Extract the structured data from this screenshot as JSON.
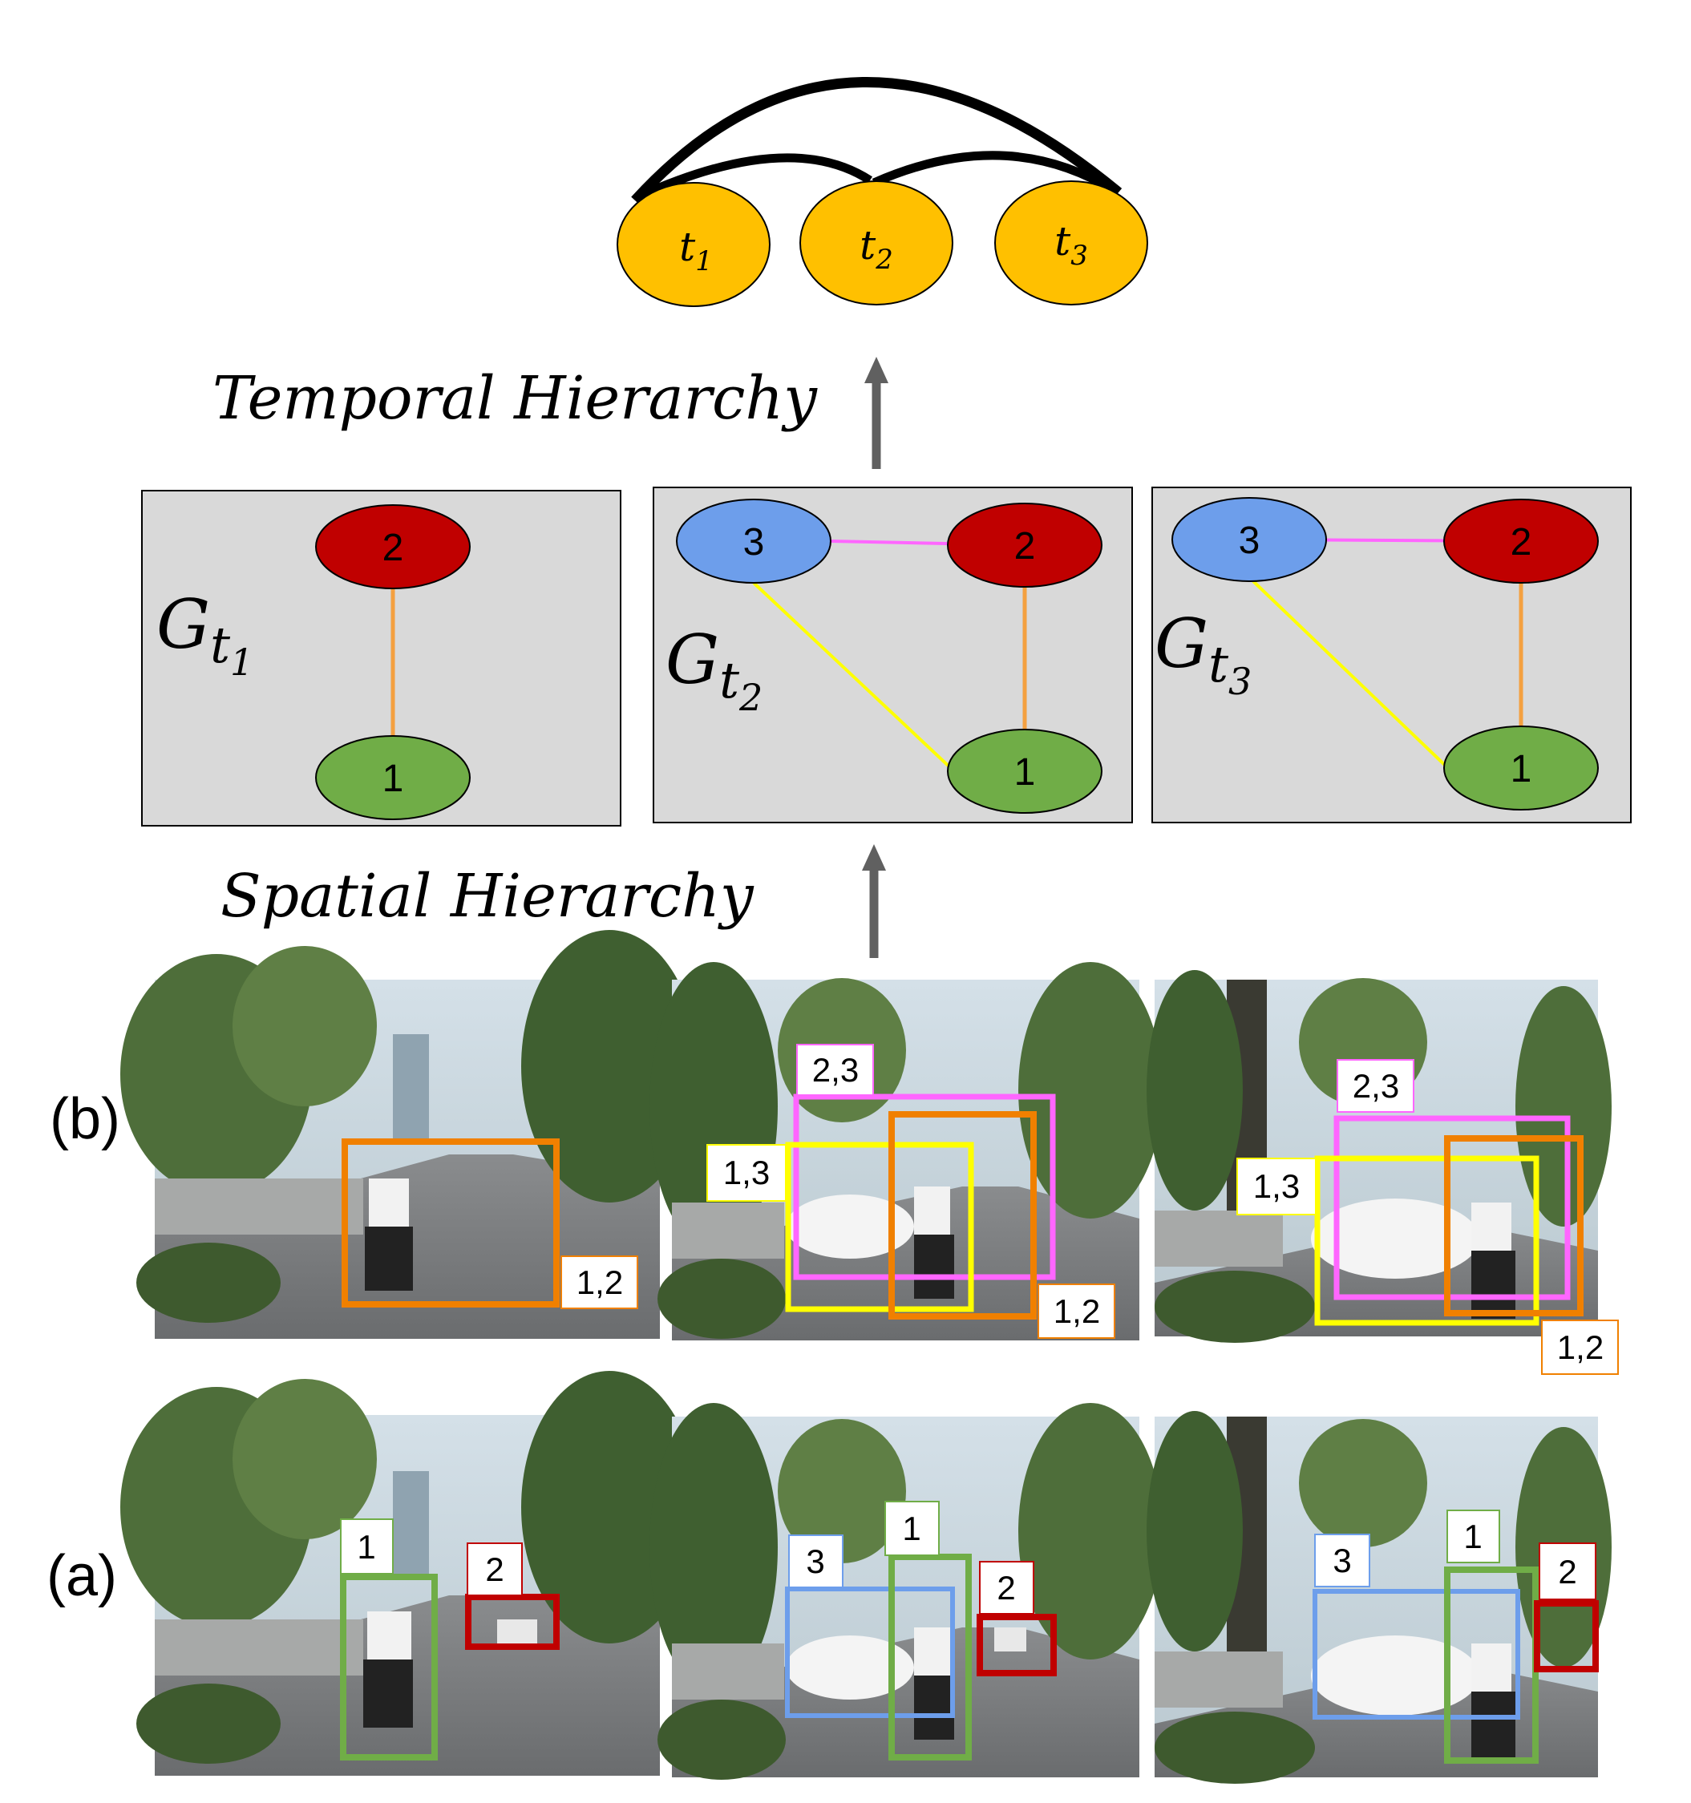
{
  "temporal": {
    "nodes": [
      {
        "base": "t",
        "sub": "1"
      },
      {
        "base": "t",
        "sub": "2"
      },
      {
        "base": "t",
        "sub": "3"
      }
    ],
    "colors": {
      "node_fill": "#FFC000",
      "arc": "#000000"
    }
  },
  "labels": {
    "temporal_hierarchy": "Temporal Hierarchy",
    "spatial_hierarchy": "Spatial Hierarchy",
    "row_b": "(b)",
    "row_a": "(a)"
  },
  "graphs": [
    {
      "label_base": "G",
      "label_t": "t",
      "label_sub": "1",
      "nodes": [
        {
          "id": "2",
          "color": "#C00000"
        },
        {
          "id": "1",
          "color": "#70AD47"
        }
      ],
      "edges": [
        {
          "from": "2",
          "to": "1",
          "color": "#F4A040"
        }
      ]
    },
    {
      "label_base": "G",
      "label_t": "t",
      "label_sub": "2",
      "nodes": [
        {
          "id": "3",
          "color": "#6D9EEB"
        },
        {
          "id": "2",
          "color": "#C00000"
        },
        {
          "id": "1",
          "color": "#70AD47"
        }
      ],
      "edges": [
        {
          "from": "3",
          "to": "2",
          "color": "#FF66FF"
        },
        {
          "from": "2",
          "to": "1",
          "color": "#F4A040"
        },
        {
          "from": "3",
          "to": "1",
          "color": "#FFFF00"
        }
      ]
    },
    {
      "label_base": "G",
      "label_t": "t",
      "label_sub": "3",
      "nodes": [
        {
          "id": "3",
          "color": "#6D9EEB"
        },
        {
          "id": "2",
          "color": "#C00000"
        },
        {
          "id": "1",
          "color": "#70AD47"
        }
      ],
      "edges": [
        {
          "from": "3",
          "to": "2",
          "color": "#FF66FF"
        },
        {
          "from": "2",
          "to": "1",
          "color": "#F4A040"
        },
        {
          "from": "3",
          "to": "1",
          "color": "#FFFF00"
        }
      ]
    }
  ],
  "frames_b": [
    {
      "boxes": [
        {
          "tag": "1,2",
          "color": "#F08000"
        }
      ]
    },
    {
      "boxes": [
        {
          "tag": "2,3",
          "color": "#FF66FF"
        },
        {
          "tag": "1,3",
          "color": "#FFFF00"
        },
        {
          "tag": "1,2",
          "color": "#F08000"
        }
      ]
    },
    {
      "boxes": [
        {
          "tag": "2,3",
          "color": "#FF66FF"
        },
        {
          "tag": "1,3",
          "color": "#FFFF00"
        },
        {
          "tag": "1,2",
          "color": "#F08000"
        }
      ]
    }
  ],
  "frames_a": [
    {
      "boxes": [
        {
          "tag": "1",
          "color": "#70AD47"
        },
        {
          "tag": "2",
          "color": "#C00000"
        }
      ]
    },
    {
      "boxes": [
        {
          "tag": "3",
          "color": "#6D9EEB"
        },
        {
          "tag": "1",
          "color": "#70AD47"
        },
        {
          "tag": "2",
          "color": "#C00000"
        }
      ]
    },
    {
      "boxes": [
        {
          "tag": "3",
          "color": "#6D9EEB"
        },
        {
          "tag": "1",
          "color": "#70AD47"
        },
        {
          "tag": "2",
          "color": "#C00000"
        }
      ]
    }
  ],
  "colors": {
    "panel_bg": "#D9D9D9",
    "arrow": "#606060",
    "photo_sky": "#C8D6DE",
    "photo_road": "#7E8082",
    "photo_tree": "#4E6E3A"
  }
}
